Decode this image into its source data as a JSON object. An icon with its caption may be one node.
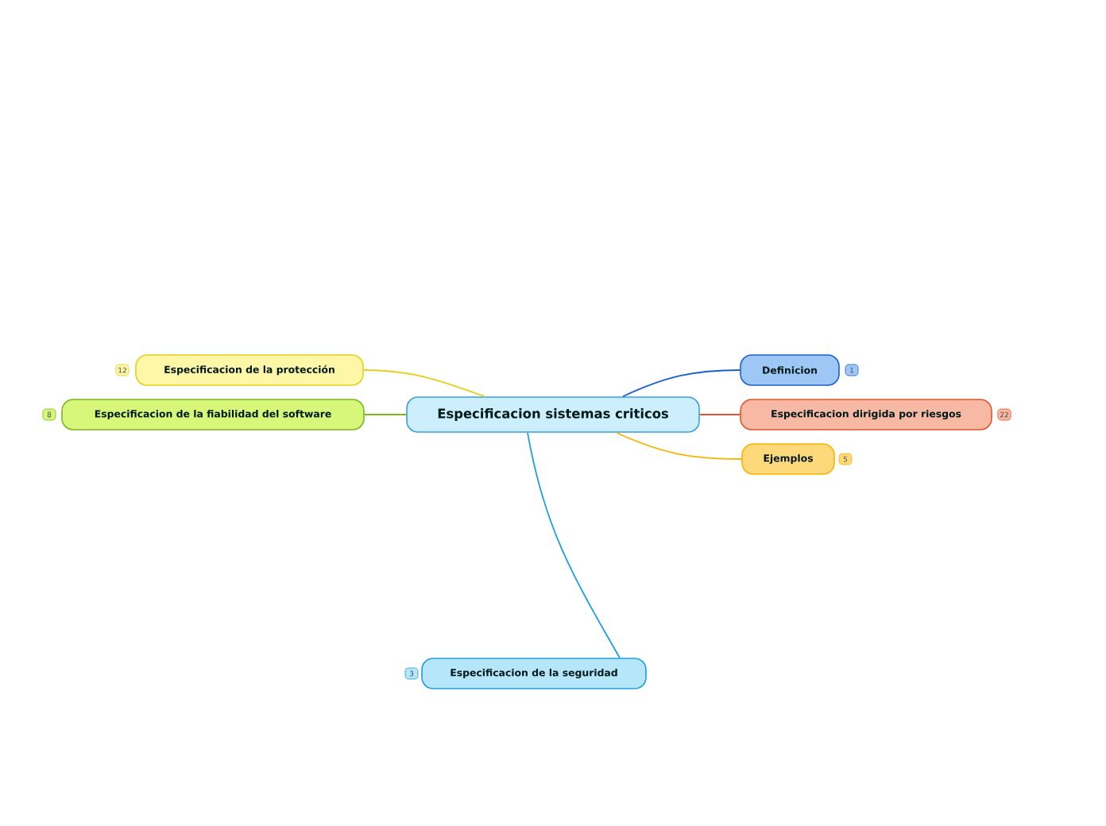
{
  "diagram": {
    "nodes": [
      {
        "text": [
          "Especificacion sistemas criticos"
        ]
      },
      {
        "text": [
          "Definicion"
        ],
        "beside": [
          "1"
        ]
      },
      {
        "text": [
          "Especificacion dirigida por riesgos"
        ],
        "beside": [
          "22"
        ]
      },
      {
        "text": [
          "Ejemplos"
        ],
        "beside": [
          "5"
        ]
      },
      {
        "text": [
          "Especificacion de la seguridad"
        ],
        "beside": [
          "3"
        ]
      },
      {
        "text": [
          "Especificacion de la protección"
        ],
        "beside": [
          "12"
        ]
      },
      {
        "text": [
          "Especificacion de la fiabilidad del software"
        ],
        "beside": [
          "8"
        ]
      }
    ],
    "edges": [
      {
        "from": 0,
        "to": 1,
        "arrow": "none",
        "color": "#1a5fd1"
      },
      {
        "from": 0,
        "to": 2,
        "arrow": "none",
        "color": "#e5532d"
      },
      {
        "from": 0,
        "to": 3,
        "arrow": "none",
        "color": "#f5b400"
      },
      {
        "from": 0,
        "to": 4,
        "arrow": "none",
        "color": "#1e9fe0"
      },
      {
        "from": 0,
        "to": 5,
        "arrow": "none",
        "color": "#e6cf1a"
      },
      {
        "from": 0,
        "to": 6,
        "arrow": "none",
        "color": "#7bb81a"
      }
    ]
  }
}
